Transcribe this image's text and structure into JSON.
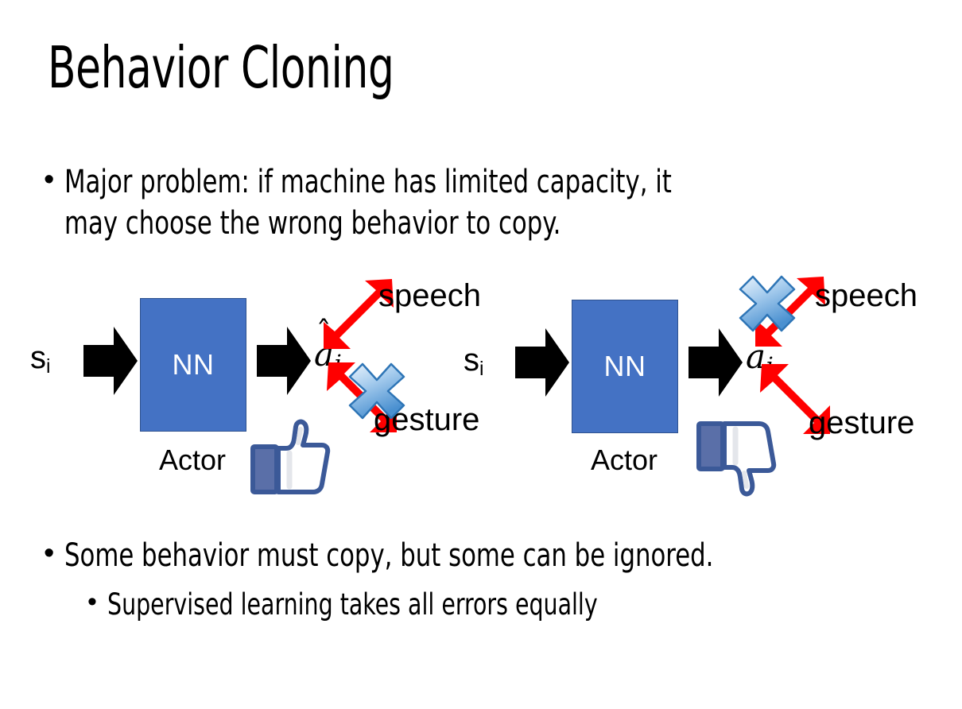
{
  "slide": {
    "title": "Behavior Cloning",
    "background_color": "#FFFFFF"
  },
  "bullets": {
    "top": {
      "marker": "•",
      "text": "Major problem: if machine has limited capacity, it\nmay choose the wrong behavior to copy."
    },
    "middle": {
      "marker": "•",
      "text": "Some behavior must copy, but some can be ignored."
    },
    "sub": {
      "marker": "•",
      "text": "Supervised learning takes all errors equally"
    }
  },
  "colors": {
    "nn_box_fill": "#4472C4",
    "nn_box_border": "#2F528F",
    "arrow_black": "#000000",
    "arrow_red": "#FF0000",
    "cross_blue_light": "#CFE2F7",
    "cross_blue_mid": "#5B9BD5",
    "cross_blue_outline": "#2E75B6",
    "thumb_outline": "#3B5998",
    "thumb_cuff": "#5A6FA8",
    "thumb_fill": "#FFFFFF",
    "text_black": "#000000",
    "nn_text_white": "#FFFFFF"
  },
  "diagrams": [
    {
      "id": "left",
      "state_label": "s",
      "state_subscript": "i",
      "nn_label": "NN",
      "actor_label": "Actor",
      "action_label": "a",
      "action_subscript": "i",
      "upper_branch_label": "speech",
      "lower_branch_label": "gesture",
      "crossed_branch": "gesture",
      "feedback_icon": "thumbs-up-icon"
    },
    {
      "id": "right",
      "state_label": "s",
      "state_subscript": "i",
      "nn_label": "NN",
      "actor_label": "Actor",
      "action_label": "a",
      "action_subscript": "i",
      "upper_branch_label": "speech",
      "lower_branch_label": "gesture",
      "crossed_branch": "speech",
      "feedback_icon": "thumbs-down-icon"
    }
  ]
}
